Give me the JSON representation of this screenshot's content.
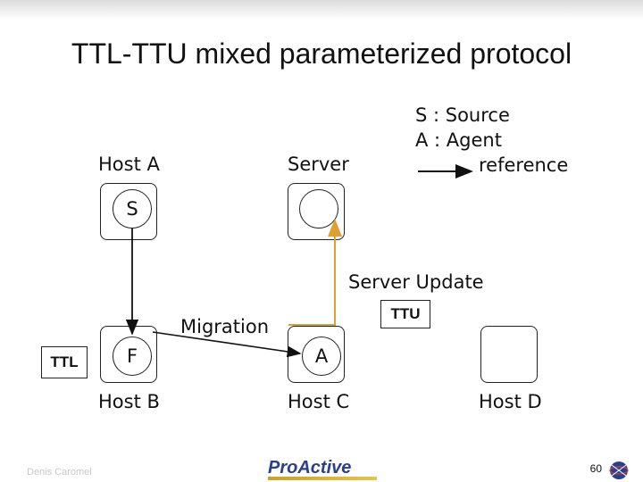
{
  "title": "TTL-TTU mixed parameterized protocol",
  "legend": {
    "source": "S : Source",
    "agent": "A : Agent",
    "reference": "reference"
  },
  "hosts": {
    "host_a": "Host A",
    "server": "Server",
    "host_b": "Host B",
    "host_c": "Host C",
    "host_d": "Host D"
  },
  "nodes": {
    "source": "S",
    "forwarder": "F",
    "agent": "A"
  },
  "labels": {
    "server_update": "Server Update",
    "migration": "Migration",
    "ttu": "TTU",
    "ttl": "TTL"
  },
  "footer": {
    "author": "Denis Caromel",
    "logo": "ProActive",
    "page": "60"
  },
  "colors": {
    "update_arrow": "#e0a030",
    "reference_arrow": "#111111"
  }
}
